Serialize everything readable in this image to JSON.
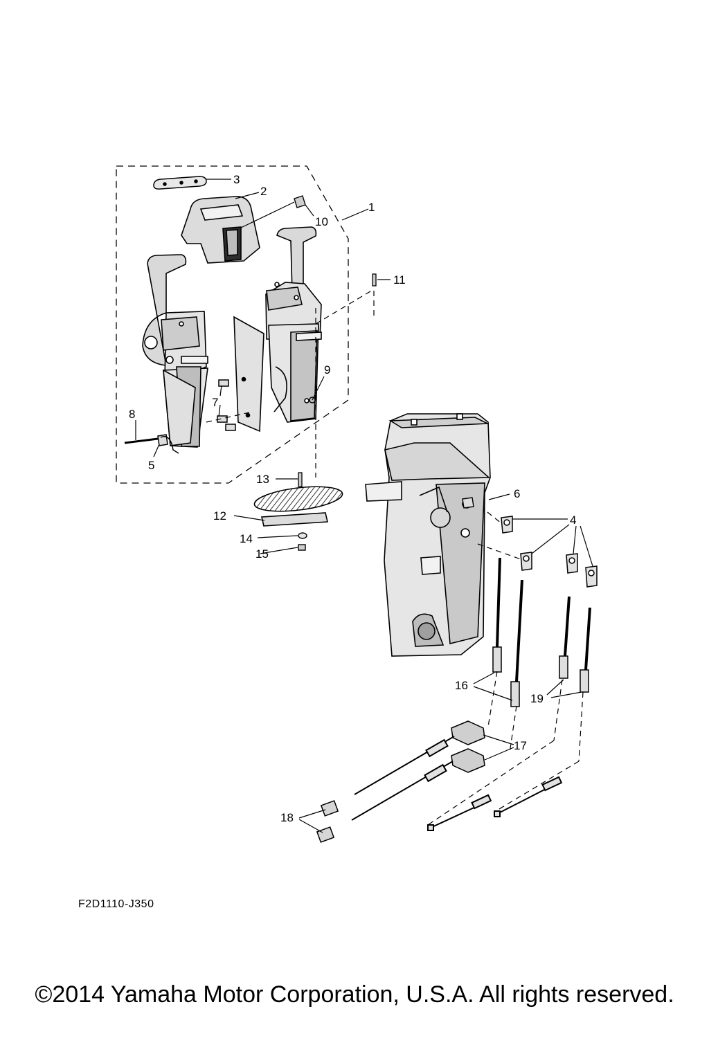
{
  "diagram": {
    "callouts": [
      "1",
      "2",
      "3",
      "4",
      "5",
      "6",
      "7",
      "8",
      "9",
      "10",
      "11",
      "12",
      "13",
      "14",
      "15",
      "16",
      "17",
      "18",
      "19"
    ],
    "drawing_code": "F2D1110-J350",
    "copyright": "©2014 Yamaha Motor Corporation, U.S.A. All rights reserved."
  },
  "colors": {
    "line": "#000000",
    "fill": "#e6e6e6",
    "background": "#ffffff"
  }
}
